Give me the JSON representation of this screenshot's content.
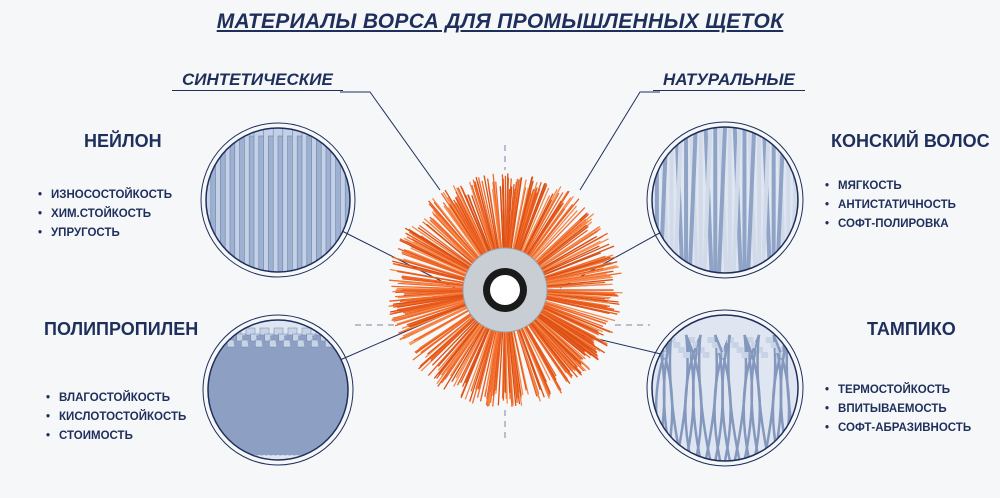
{
  "title": "МАТЕРИАЛЫ ВОРСА ДЛЯ ПРОМЫШЛЕННЫХ ЩЕТОК",
  "categories": {
    "synthetic": "СИНТЕТИЧЕСКИЕ",
    "natural": "НАТУРАЛЬНЫЕ"
  },
  "materials": [
    {
      "name": "НЕЙЛОН",
      "props": [
        "ИЗНОСОСТОЙКОСТЬ",
        "ХИМ.СТОЙКОСТЬ",
        "УПРУГОСТЬ"
      ]
    },
    {
      "name": "ПОЛИПРОПИЛЕН",
      "props": [
        "ВЛАГОСТОЙКОСТЬ",
        "КИСЛОТОСТОЙКОСТЬ",
        "СТОИМОСТЬ"
      ]
    },
    {
      "name": "КОНСКИЙ ВОЛОС",
      "props": [
        "МЯГКОСТЬ",
        "АНТИСТАТИЧНОСТЬ",
        "СОФТ-ПОЛИРОВКА"
      ]
    },
    {
      "name": "ТАМПИКО",
      "props": [
        "ТЕРМОСТОЙКОСТЬ",
        "ВПИТЫВАЕМОСТЬ",
        "СОФТ-АБРАЗИВНОСТЬ"
      ]
    }
  ],
  "colors": {
    "text": "#1e2f5c",
    "bristle": "#f26a2a",
    "fiber": "#a9b8d3"
  }
}
